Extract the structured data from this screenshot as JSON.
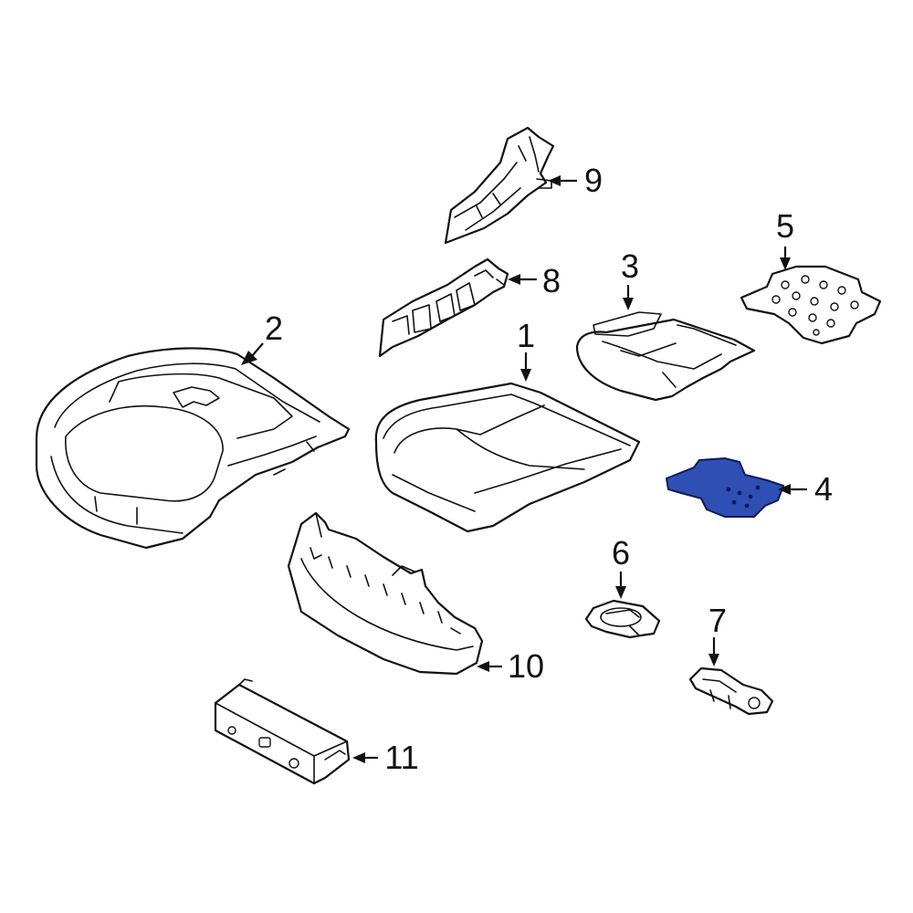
{
  "colors": {
    "line": "#111111",
    "background": "#ffffff",
    "highlight_fill": "#2f4fb5",
    "highlight_stroke": "#0b1a5c"
  },
  "highlighted_part": "4",
  "callouts": [
    "1",
    "2",
    "3",
    "4",
    "5",
    "6",
    "7",
    "8",
    "9",
    "10",
    "11"
  ]
}
